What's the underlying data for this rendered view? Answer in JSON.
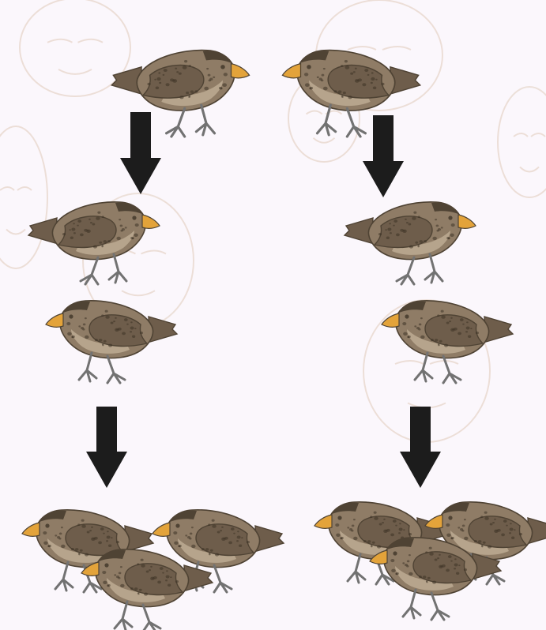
{
  "diagram": {
    "background": "#fbf7fc",
    "watermark_color": "#e9d9cf",
    "arrow_color": "#1c1c1c",
    "finch_colors": {
      "body": "#8f7c66",
      "belly": "#b6a48c",
      "dark": "#4f4334",
      "wing": "#6e5d4b",
      "speckle": "#3e3327",
      "beak": "#e3a33a",
      "leg": "#727272"
    },
    "lineages": [
      {
        "parent": {
          "faces": "right"
        },
        "next_generation": [
          {
            "faces": "right"
          },
          {
            "faces": "left"
          }
        ],
        "offspring_count": 3
      },
      {
        "parent": {
          "faces": "left"
        },
        "next_generation": [
          {
            "faces": "right"
          },
          {
            "faces": "left"
          }
        ],
        "offspring_count": 3
      }
    ]
  }
}
